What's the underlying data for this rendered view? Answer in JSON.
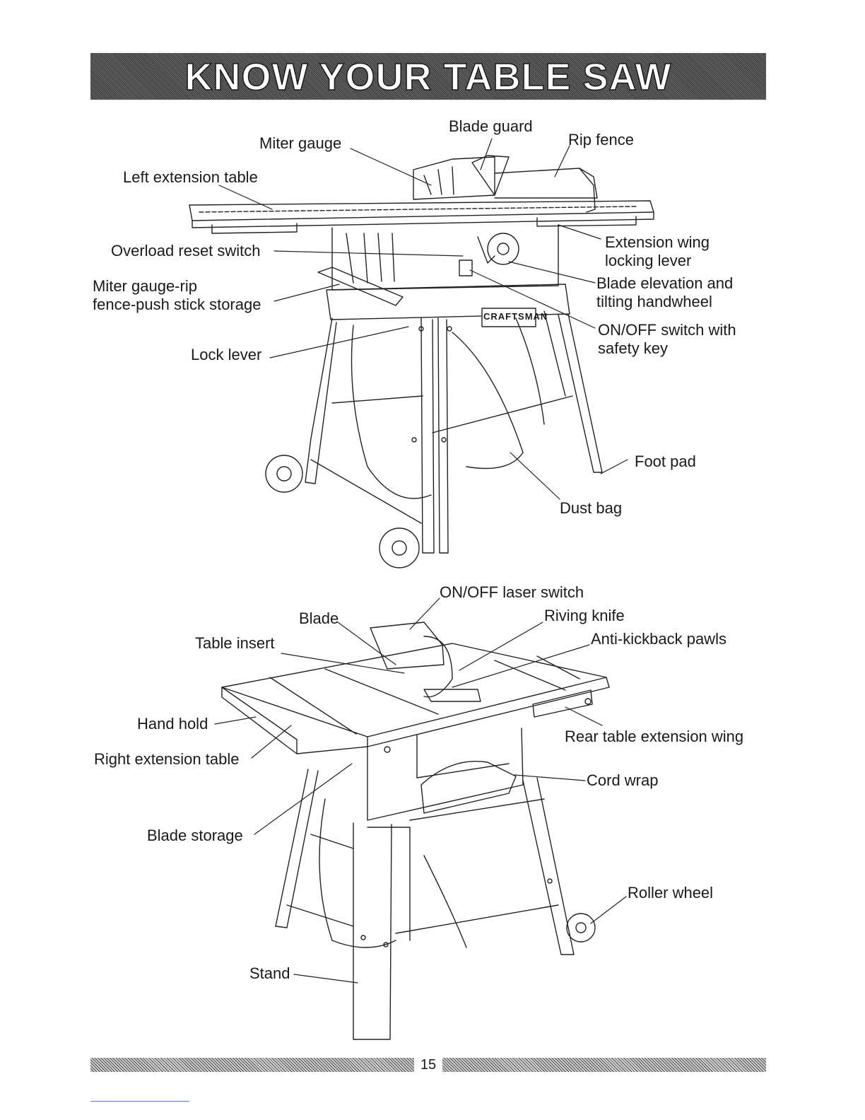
{
  "header": {
    "title": "KNOW YOUR TABLE SAW"
  },
  "figure_top": {
    "labels": {
      "blade_guard": "Blade guard",
      "miter_gauge": "Miter gauge",
      "rip_fence": "Rip fence",
      "left_extension_table": "Left extension table",
      "overload_reset_switch": "Overload reset switch",
      "extension_wing_locking_lever_1": "Extension wing",
      "extension_wing_locking_lever_2": "locking lever",
      "miter_storage_1": "Miter gauge-rip",
      "miter_storage_2": "fence-push stick storage",
      "blade_elevation_1": "Blade elevation and",
      "blade_elevation_2": "tilting handwheel",
      "onoff_switch_1": "ON/OFF switch with",
      "onoff_switch_2": "safety key",
      "lock_lever": "Lock lever",
      "foot_pad": "Foot pad",
      "dust_bag": "Dust bag"
    },
    "brand_plate": "CRAFTSMAN"
  },
  "figure_bottom": {
    "labels": {
      "onoff_laser_switch": "ON/OFF laser switch",
      "blade": "Blade",
      "riving_knife": "Riving knife",
      "table_insert": "Table insert",
      "anti_kickback_pawls": "Anti-kickback pawls",
      "hand_hold": "Hand hold",
      "right_extension_table": "Right extension table",
      "rear_table_extension_wing": "Rear table extension wing",
      "cord_wrap": "Cord wrap",
      "blade_storage": "Blade storage",
      "roller_wheel": "Roller wheel",
      "stand": "Stand"
    }
  },
  "footer": {
    "page_number": "15"
  }
}
